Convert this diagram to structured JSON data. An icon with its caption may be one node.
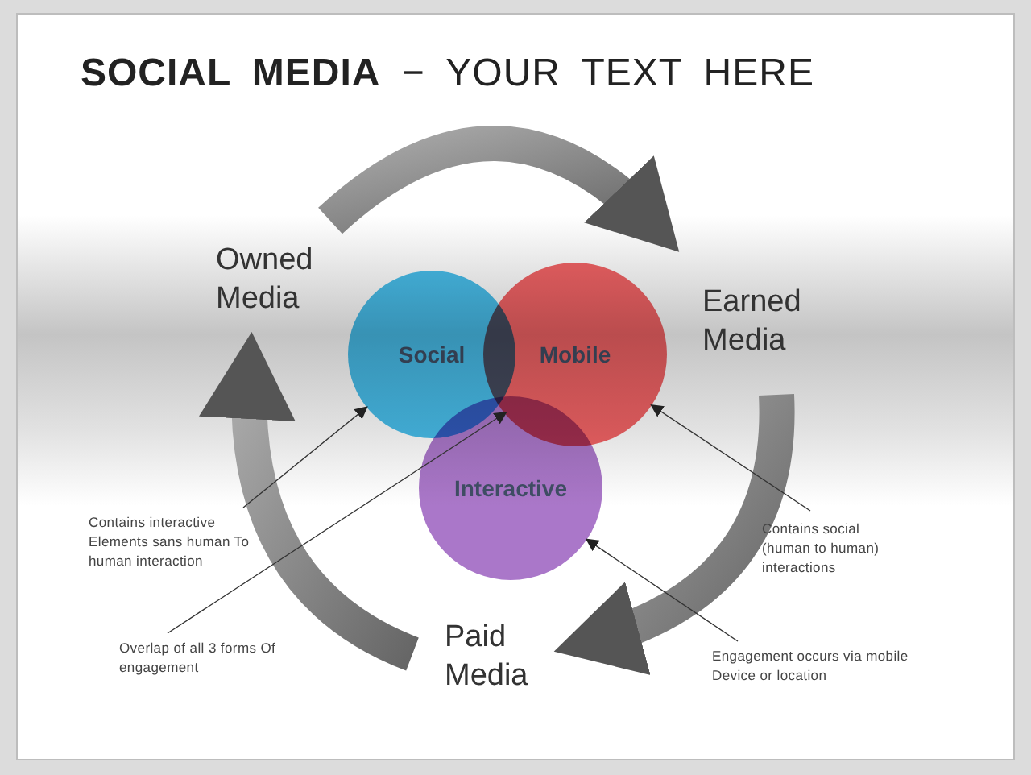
{
  "diagram": {
    "title": "**SOCIAL MEDIA** − YOUR TEXT HERE",
    "nodes": [
      {
        "text": [
          "Owned Media"
        ]
      },
      {
        "text": [
          "Earned Media"
        ]
      },
      {
        "text": [
          "Paid Media"
        ]
      },
      {
        "text": [
          "Social"
        ]
      },
      {
        "text": [
          "Mobile"
        ]
      },
      {
        "text": [
          "Interactive"
        ]
      },
      {
        "text": [
          "Contains interactive Elements sans human To human interaction"
        ]
      },
      {
        "text": [
          "Overlap of all 3 forms Of engagement"
        ]
      },
      {
        "text": [
          "Contains social (human to human) interactions"
        ]
      },
      {
        "text": [
          "Engagement occurs via mobile Device or location"
        ]
      }
    ],
    "edges": [
      {
        "from": 0,
        "to": 1,
        "arrow": "to",
        "style": "thick"
      },
      {
        "from": 1,
        "to": 2,
        "arrow": "to",
        "style": "thick"
      },
      {
        "from": 2,
        "to": 0,
        "arrow": "to",
        "style": "thick"
      },
      {
        "from": 6,
        "to": 3,
        "arrow": "to"
      },
      {
        "from": 7,
        "to": 3,
        "arrow": "to"
      },
      {
        "from": 8,
        "to": 4,
        "arrow": "to"
      },
      {
        "from": 9,
        "to": 5,
        "arrow": "to"
      }
    ]
  }
}
